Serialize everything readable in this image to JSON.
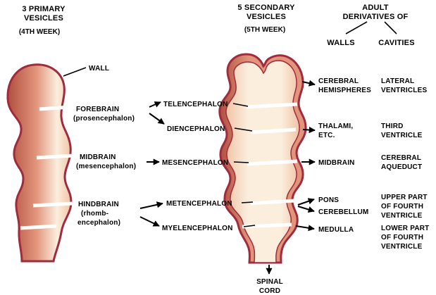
{
  "figure": {
    "columns": {
      "primary": {
        "title_lines": [
          "3 PRIMARY",
          "VESICLES"
        ],
        "subtitle": "(4TH WEEK)"
      },
      "secondary": {
        "title_lines": [
          "5 SECONDARY",
          "VESICLES"
        ],
        "subtitle": "(5TH WEEK)"
      },
      "adult": {
        "title_lines": [
          "ADULT",
          "DERIVATIVES OF"
        ],
        "walls_label": "WALLS",
        "cavities_label": "CAVITIES"
      }
    },
    "primary_vesicles": {
      "wall_label": "WALL",
      "forebrain": {
        "name": "FOREBRAIN",
        "latin": "(prosencephalon)"
      },
      "midbrain": {
        "name": "MIDBRAIN",
        "latin": "(mesencephalon)"
      },
      "hindbrain": {
        "name": "HINDBRAIN",
        "latin_lines": [
          "(rhomb-",
          "encephalon)"
        ]
      }
    },
    "secondary_vesicles": {
      "telencephalon": "TELENCEPHALON",
      "diencephalon": "DIENCEPHALON",
      "mesencephalon": "MESENCEPHALON",
      "metencephalon": "METENCEPHALON",
      "myelencephalon": "MYELENCEPHALON"
    },
    "wall_derivatives": {
      "cerebral_hemispheres": [
        "CEREBRAL",
        "HEMISPHERES"
      ],
      "thalami": [
        "THALAMI,",
        "ETC."
      ],
      "midbrain": [
        "MIDBRAIN"
      ],
      "pons": [
        "PONS"
      ],
      "cerebellum": [
        "CEREBELLUM"
      ],
      "medulla": [
        "MEDULLA"
      ]
    },
    "cavity_derivatives": {
      "lateral_ventricles": [
        "LATERAL",
        "VENTRICLES"
      ],
      "third_ventricle": [
        "THIRD",
        "VENTRICLE"
      ],
      "cerebral_aqueduct": [
        "CEREBRAL",
        "AQUEDUCT"
      ],
      "upper_fourth": [
        "UPPER PART",
        "OF FOURTH",
        "VENTRICLE"
      ],
      "lower_fourth": [
        "LOWER PART",
        "OF FOURTH",
        "VENTRICLE"
      ]
    },
    "spinal_cord": [
      "SPINAL",
      "CORD"
    ]
  },
  "colors": {
    "outline": "#9e2b3e",
    "wall_fill": "#e2957b",
    "wall_fill_dark": "#b14f3e",
    "wall_fill_light": "#f0c4a6",
    "lumen_fill": "#fbeedd",
    "text": "#000000",
    "background": "#ffffff"
  }
}
